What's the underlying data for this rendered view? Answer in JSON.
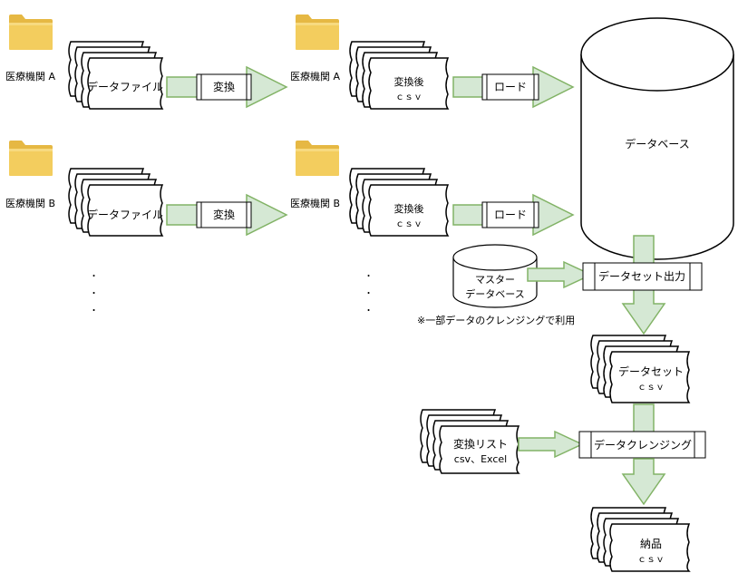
{
  "diagram": {
    "colors": {
      "arrow_fill": "#d5e8d4",
      "arrow_stroke": "#82b366",
      "folder_fill": "#f4cf5a",
      "folder_tab": "#e9bd45",
      "stroke": "#000000",
      "fill": "#ffffff"
    },
    "row_a": {
      "source_label": "医療機関 A",
      "data_file": "データファイル",
      "convert": "変換",
      "converted_label": "医療機関 A",
      "converted_line1": "変換後",
      "converted_line2": "ｃｓｖ",
      "load": "ロード"
    },
    "row_b": {
      "source_label": "医療機関 B",
      "data_file": "データファイル",
      "convert": "変換",
      "converted_label": "医療機関 B",
      "converted_line1": "変換後",
      "converted_line2": "ｃｓｖ",
      "load": "ロード"
    },
    "ellipsis": ".",
    "database": "データベース",
    "master_db_line1": "マスター",
    "master_db_line2": "データベース",
    "note": "※一部データのクレンジングで利用",
    "dataset_output": "データセット出力",
    "dataset_line1": "データセット",
    "dataset_line2": "ｃｓｖ",
    "conversion_list_line1": "変換リスト",
    "conversion_list_line2": "csv、Excel",
    "data_cleansing": "データクレンジング",
    "delivery_line1": "納品",
    "delivery_line2": "ｃｓｖ"
  }
}
